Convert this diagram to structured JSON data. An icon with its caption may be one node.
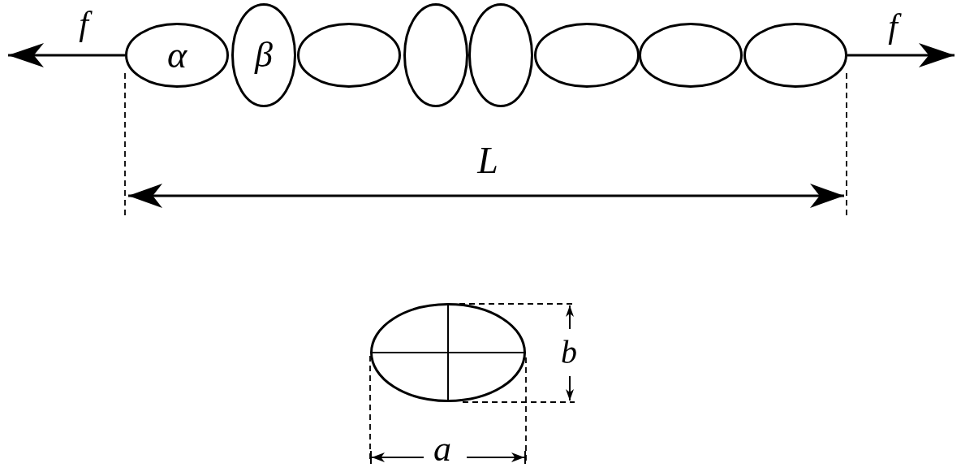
{
  "diagram": {
    "nodes": [
      {
        "text": [
          "α"
        ]
      },
      {
        "text": [
          "β"
        ]
      },
      {
        "text": [],
        "shape": "ellipse"
      },
      {
        "text": [],
        "shape": "ellipse"
      },
      {
        "text": [],
        "shape": "ellipse"
      },
      {
        "text": [],
        "shape": "ellipse"
      },
      {
        "text": [],
        "shape": "ellipse"
      },
      {
        "text": [],
        "shape": "ellipse"
      },
      {
        "text": [],
        "shape": "ellipse"
      }
    ],
    "labels": [
      "f",
      "f",
      "L",
      "b",
      "a"
    ]
  }
}
